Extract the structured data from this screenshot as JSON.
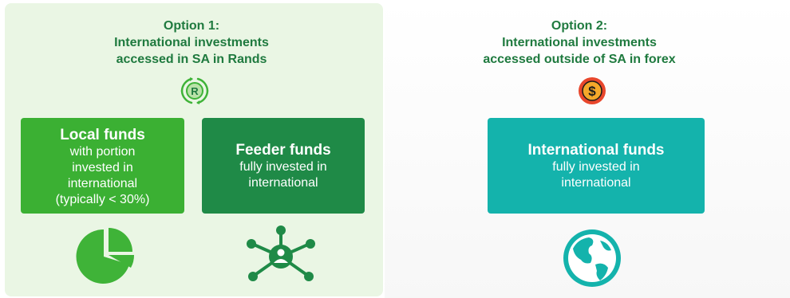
{
  "option1": {
    "heading": [
      "Option 1:",
      "International investments",
      "accessed in SA in Rands"
    ],
    "icon": "rand-coin-icon",
    "boxes": [
      {
        "title": "Local funds",
        "desc": [
          "with portion",
          "invested in",
          "international",
          "(typically < 30%)"
        ],
        "icon": "pie-chart-icon"
      },
      {
        "title": "Feeder funds",
        "desc": [
          "fully invested in",
          "international"
        ],
        "icon": "network-hub-icon"
      }
    ]
  },
  "option2": {
    "heading": [
      "Option 2:",
      "International investments",
      "accessed outside of SA in forex"
    ],
    "icon": "dollar-coin-icon",
    "boxes": [
      {
        "title": "International funds",
        "desc": [
          "fully invested in",
          "international"
        ],
        "icon": "globe-icon"
      }
    ]
  },
  "colors": {
    "heading": "#1f7a3f",
    "panel_bg": "#eaf6e4",
    "local_box": "#3bb033",
    "feeder_box": "#1f8a47",
    "international_box": "#14b3ac",
    "icon_green": "#3fb338",
    "icon_dark_green": "#1f8a47",
    "icon_teal": "#14b3ac",
    "coin_orange": "#f4a82a",
    "coin_red": "#e8472c"
  }
}
